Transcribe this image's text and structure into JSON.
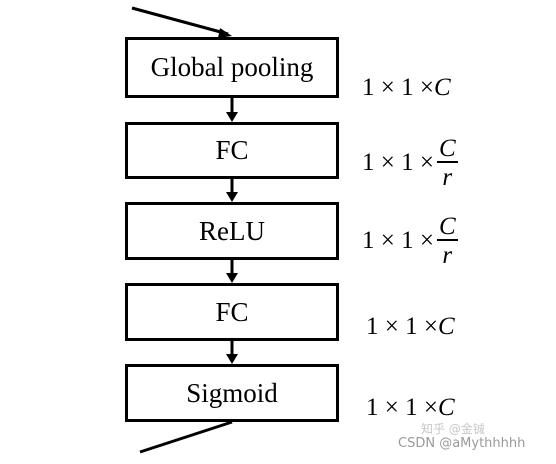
{
  "blocks": [
    {
      "label": "Global pooling",
      "dim_prefix": "1 × 1 × ",
      "dim_sym": "C",
      "fraction": false
    },
    {
      "label": "FC",
      "dim_prefix": "1 × 1 × ",
      "dim_sym": "C",
      "dim_den": "r",
      "fraction": true
    },
    {
      "label": "ReLU",
      "dim_prefix": "1 × 1 × ",
      "dim_sym": "C",
      "dim_den": "r",
      "fraction": true
    },
    {
      "label": "FC",
      "dim_prefix": "1 × 1 × ",
      "dim_sym": "C",
      "fraction": false
    },
    {
      "label": "Sigmoid",
      "dim_prefix": "1 × 1 × ",
      "dim_sym": "C",
      "fraction": false
    }
  ],
  "watermark": {
    "line1": "知乎 @金铖",
    "line2": "CSDN @aMythhhhh"
  }
}
